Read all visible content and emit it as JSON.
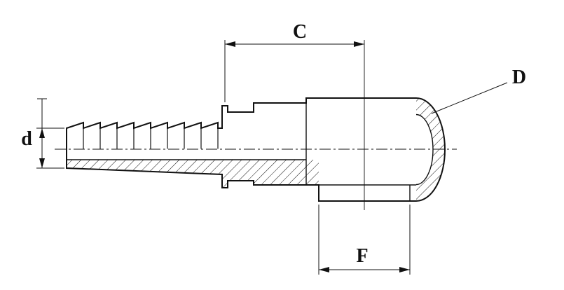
{
  "drawing": {
    "background_color": "#ffffff",
    "line_color": "#111111",
    "labels": {
      "C": "C",
      "D": "D",
      "d": "d",
      "F": "F"
    }
  }
}
